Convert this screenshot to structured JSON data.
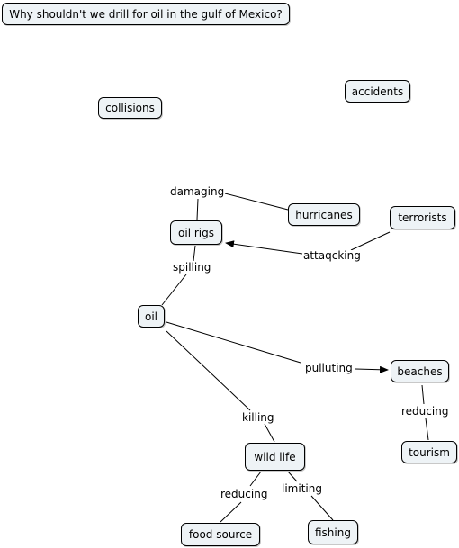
{
  "title": "Why shouldn't we drill for oil in the gulf of Mexico?",
  "concepts": {
    "accidents": "accidents",
    "collisions": "collisions",
    "hurricanes": "hurricanes",
    "terrorists": "terrorists",
    "oil_rigs": "oil rigs",
    "oil": "oil",
    "beaches": "beaches",
    "tourism": "tourism",
    "wild_life": "wild life",
    "food_source": "food source",
    "fishing": "fishing"
  },
  "linking_phrases": {
    "damaging": "damaging",
    "attacking": "attaqcking",
    "spilling": "spilling",
    "polluting": "pulluting",
    "reducing_tourism": "reducing",
    "killing": "killing",
    "reducing_food": "reducing",
    "limiting": "limiting"
  }
}
